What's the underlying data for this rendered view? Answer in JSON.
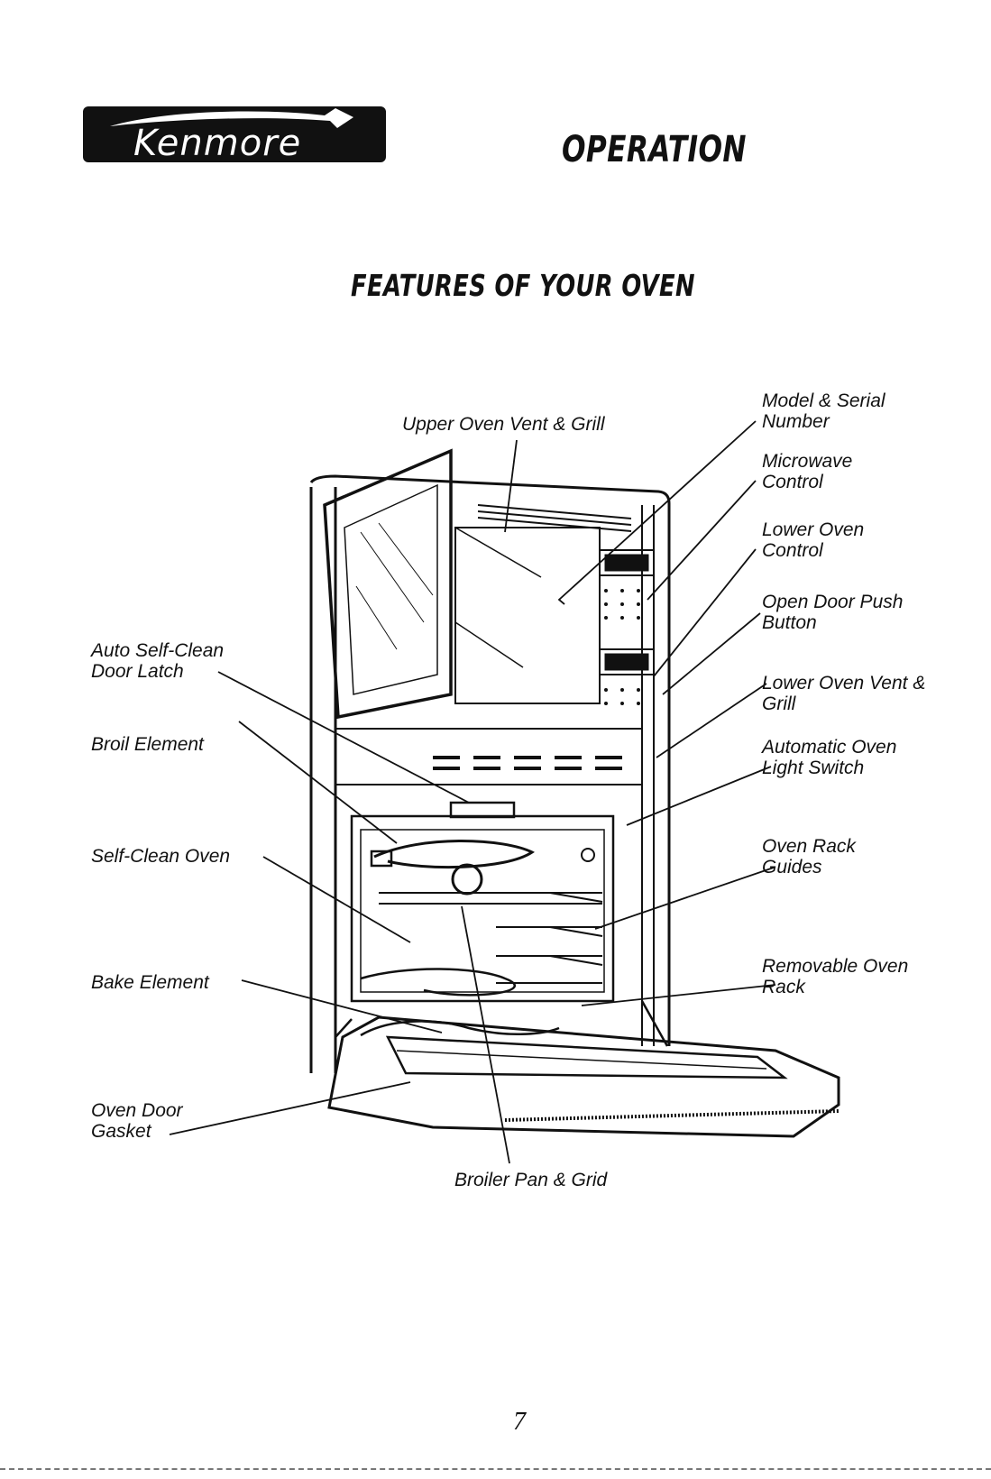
{
  "header": {
    "brand_logo_text": "Kenmore",
    "section_title": "OPERATION"
  },
  "diagram": {
    "title": "FEATURES OF YOUR OVEN",
    "labels": {
      "upper_vent": "Upper Oven Vent & Grill",
      "model_serial": [
        "Model & Serial",
        "Number"
      ],
      "microwave_control": [
        "Microwave",
        "Control"
      ],
      "lower_oven_control": [
        "Lower Oven",
        "Control"
      ],
      "open_door_push": [
        "Open Door Push",
        "Button"
      ],
      "lower_oven_vent": [
        "Lower Oven Vent &",
        "Grill"
      ],
      "auto_light_switch": [
        "Automatic Oven",
        "Light Switch"
      ],
      "rack_guides": [
        "Oven Rack",
        "Guides"
      ],
      "removable_rack": [
        "Removable Oven",
        "Rack"
      ],
      "door_latch": [
        "Auto Self-Clean",
        "Door Latch"
      ],
      "broil_element": "Broil Element",
      "self_clean_oven": "Self-Clean Oven",
      "bake_element": "Bake Element",
      "door_gasket": [
        "Oven Door",
        "Gasket"
      ],
      "broiler_pan": "Broiler Pan & Grid"
    }
  },
  "footer": {
    "page_number": "7"
  }
}
